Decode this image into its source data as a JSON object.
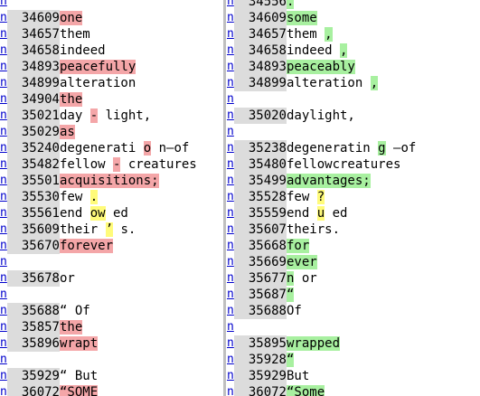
{
  "left": [
    {
      "n": "",
      "segs": [
        {
          "t": "",
          "h": ""
        }
      ]
    },
    {
      "n": "34609",
      "segs": [
        {
          "t": "one",
          "h": "red"
        }
      ]
    },
    {
      "n": "34657",
      "segs": [
        {
          "t": "them",
          "h": ""
        }
      ]
    },
    {
      "n": "34658",
      "segs": [
        {
          "t": "indeed",
          "h": ""
        }
      ]
    },
    {
      "n": "34893",
      "segs": [
        {
          "t": "peacefully",
          "h": "red"
        }
      ]
    },
    {
      "n": "34899",
      "segs": [
        {
          "t": "alteration",
          "h": ""
        }
      ]
    },
    {
      "n": "34904",
      "segs": [
        {
          "t": "the",
          "h": "red"
        }
      ]
    },
    {
      "n": "35021",
      "segs": [
        {
          "t": "day ",
          "h": ""
        },
        {
          "t": "-",
          "h": "red"
        },
        {
          "t": " light,",
          "h": ""
        }
      ]
    },
    {
      "n": "35029",
      "segs": [
        {
          "t": "as",
          "h": "red"
        }
      ]
    },
    {
      "n": "35240",
      "segs": [
        {
          "t": "degenerati ",
          "h": ""
        },
        {
          "t": "o",
          "h": "red"
        },
        {
          "t": " n—of",
          "h": ""
        }
      ]
    },
    {
      "n": "35482",
      "segs": [
        {
          "t": "fellow ",
          "h": ""
        },
        {
          "t": "-",
          "h": "red"
        },
        {
          "t": " creatures",
          "h": ""
        }
      ]
    },
    {
      "n": "35501",
      "segs": [
        {
          "t": "acquisitions;",
          "h": "red"
        }
      ]
    },
    {
      "n": "35530",
      "segs": [
        {
          "t": "few ",
          "h": ""
        },
        {
          "t": ".",
          "h": "yellow"
        }
      ]
    },
    {
      "n": "35561",
      "segs": [
        {
          "t": "end ",
          "h": ""
        },
        {
          "t": "ow",
          "h": "yellow"
        },
        {
          "t": " ed",
          "h": ""
        }
      ]
    },
    {
      "n": "35609",
      "segs": [
        {
          "t": "their ",
          "h": ""
        },
        {
          "t": "’",
          "h": "yellow"
        },
        {
          "t": " s.",
          "h": ""
        }
      ]
    },
    {
      "n": "35670",
      "segs": [
        {
          "t": "forever",
          "h": "red"
        }
      ]
    },
    {
      "n": "",
      "segs": [
        {
          "t": "",
          "h": ""
        }
      ]
    },
    {
      "n": "35678",
      "segs": [
        {
          "t": "or",
          "h": ""
        }
      ]
    },
    {
      "n": "",
      "segs": [
        {
          "t": "",
          "h": ""
        }
      ]
    },
    {
      "n": "35688",
      "segs": [
        {
          "t": "“ Of",
          "h": ""
        }
      ]
    },
    {
      "n": "35857",
      "segs": [
        {
          "t": "the",
          "h": "red"
        }
      ]
    },
    {
      "n": "35896",
      "segs": [
        {
          "t": "wrapt",
          "h": "red"
        }
      ]
    },
    {
      "n": "",
      "segs": [
        {
          "t": "",
          "h": ""
        }
      ]
    },
    {
      "n": "35929",
      "segs": [
        {
          "t": "“ But",
          "h": ""
        }
      ]
    },
    {
      "n": "36072",
      "segs": [
        {
          "t": "“SOME",
          "h": "red"
        }
      ]
    }
  ],
  "right": [
    {
      "n": "34556",
      "segs": [
        {
          "t": ".",
          "h": "green"
        }
      ]
    },
    {
      "n": "34609",
      "segs": [
        {
          "t": "some",
          "h": "green"
        }
      ]
    },
    {
      "n": "34657",
      "segs": [
        {
          "t": "them ",
          "h": ""
        },
        {
          "t": ",",
          "h": "green"
        }
      ]
    },
    {
      "n": "34658",
      "segs": [
        {
          "t": "indeed ",
          "h": ""
        },
        {
          "t": ",",
          "h": "green"
        }
      ]
    },
    {
      "n": "34893",
      "segs": [
        {
          "t": "peaceably",
          "h": "green"
        }
      ]
    },
    {
      "n": "34899",
      "segs": [
        {
          "t": "alteration ",
          "h": ""
        },
        {
          "t": ",",
          "h": "green"
        }
      ]
    },
    {
      "n": "",
      "segs": [
        {
          "t": "",
          "h": ""
        }
      ]
    },
    {
      "n": "35020",
      "segs": [
        {
          "t": "daylight,",
          "h": ""
        }
      ]
    },
    {
      "n": "",
      "segs": [
        {
          "t": "",
          "h": ""
        }
      ]
    },
    {
      "n": "35238",
      "segs": [
        {
          "t": "degeneratin ",
          "h": ""
        },
        {
          "t": "g",
          "h": "green"
        },
        {
          "t": " —of",
          "h": ""
        }
      ]
    },
    {
      "n": "35480",
      "segs": [
        {
          "t": "fellowcreatures",
          "h": ""
        }
      ]
    },
    {
      "n": "35499",
      "segs": [
        {
          "t": "advantages;",
          "h": "green"
        }
      ]
    },
    {
      "n": "35528",
      "segs": [
        {
          "t": "few ",
          "h": ""
        },
        {
          "t": "?",
          "h": "yellow"
        }
      ]
    },
    {
      "n": "35559",
      "segs": [
        {
          "t": "end ",
          "h": ""
        },
        {
          "t": "u",
          "h": "yellow"
        },
        {
          "t": " ed",
          "h": ""
        }
      ]
    },
    {
      "n": "35607",
      "segs": [
        {
          "t": "theirs.",
          "h": ""
        }
      ]
    },
    {
      "n": "35668",
      "segs": [
        {
          "t": "for",
          "h": "green"
        }
      ]
    },
    {
      "n": "35669",
      "segs": [
        {
          "t": "ever",
          "h": "green"
        }
      ]
    },
    {
      "n": "35677",
      "segs": [
        {
          "t": "n",
          "h": "green"
        },
        {
          "t": " or",
          "h": ""
        }
      ]
    },
    {
      "n": "35687",
      "segs": [
        {
          "t": "“",
          "h": "green"
        }
      ]
    },
    {
      "n": "35688",
      "segs": [
        {
          "t": "Of",
          "h": ""
        }
      ]
    },
    {
      "n": "",
      "segs": [
        {
          "t": "",
          "h": ""
        }
      ]
    },
    {
      "n": "35895",
      "segs": [
        {
          "t": "wrapped",
          "h": "green"
        }
      ]
    },
    {
      "n": "35928",
      "segs": [
        {
          "t": "“",
          "h": "green"
        }
      ]
    },
    {
      "n": "35929",
      "segs": [
        {
          "t": "But",
          "h": ""
        }
      ]
    },
    {
      "n": "36072",
      "segs": [
        {
          "t": "“Some",
          "h": "green"
        }
      ]
    }
  ],
  "marker_label": "n"
}
